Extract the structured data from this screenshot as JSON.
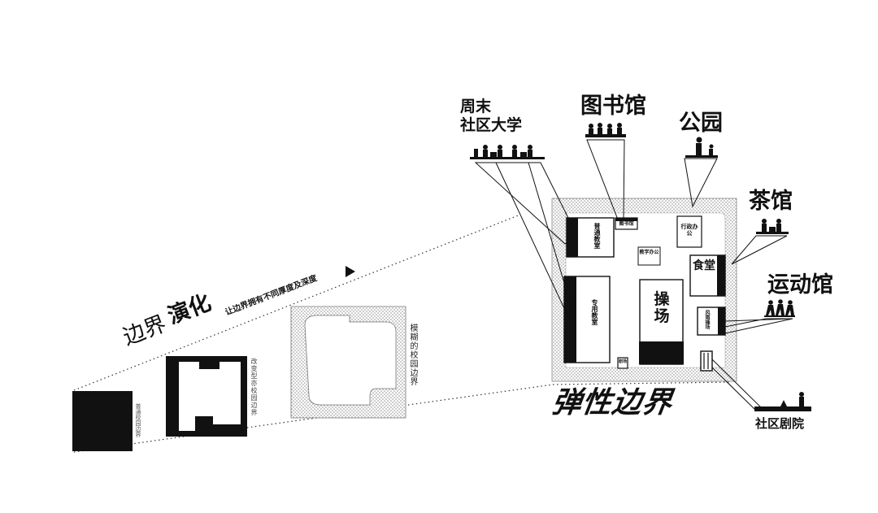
{
  "evolution": {
    "title_light": "边界",
    "title_bold": "演化",
    "subtitle": "让边界拥有不同厚度及深度",
    "arrow_icon": "triangle-right-icon",
    "stage1_label": "普通校园边界",
    "stage2_label": "改变型亦校园边界",
    "stage3_label": "模糊的校园边界"
  },
  "plan": {
    "title": "弹性边界",
    "rooms": {
      "classroom_general": "普通教室",
      "classroom_special": "专用教室",
      "library": "图书馆",
      "teaching_office": "教学办公",
      "admin_office": "行政办公",
      "playground": "操场",
      "canteen": "食堂",
      "activity": "风雨操场",
      "stage": "剧场"
    }
  },
  "callouts": {
    "weekend_university": "周末\n社区大学",
    "library": "图书馆",
    "park": "公园",
    "teahouse": "茶馆",
    "gym": "运动馆",
    "theater": "社区剧院"
  },
  "colors": {
    "ink": "#111111",
    "paper": "#ffffff",
    "stipple": "#9a9a9a"
  }
}
